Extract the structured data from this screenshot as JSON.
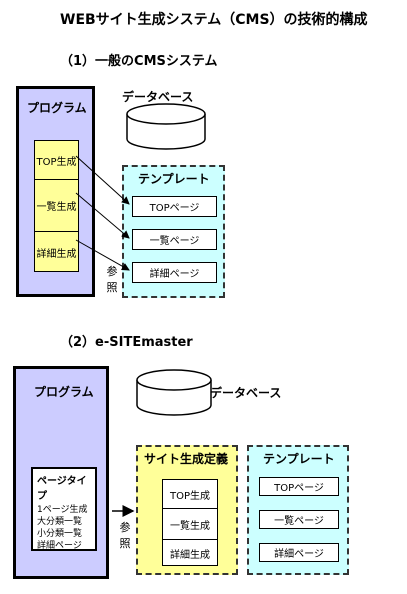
{
  "title": "WEBサイト生成システム（CMS）の技術的構成",
  "section1": {
    "heading": "（1）一般のCMSシステム",
    "program_label": "プログラム",
    "database_label": "データベース",
    "program_items": [
      "TOP生成",
      "一覧生成",
      "詳細生成"
    ],
    "template_label": "テンプレート",
    "template_pages": [
      "TOPページ",
      "一覧ページ",
      "詳細ページ"
    ],
    "reference_label": "参照"
  },
  "section2": {
    "heading": "（2）e-SITEmaster",
    "program_label": "プログラム",
    "database_label": "データベース",
    "page_type_label": "ページタイプ",
    "page_type_items": [
      "1ページ生成",
      "大分類一覧",
      "小分類一覧",
      "詳細ページ"
    ],
    "reference_label": "参照",
    "site_def_label": "サイト生成定義",
    "site_def_items": [
      "TOP生成",
      "一覧生成",
      "詳細生成"
    ],
    "template_label": "テンプレート",
    "template_pages": [
      "TOPページ",
      "一覧ページ",
      "詳細ページ"
    ]
  }
}
